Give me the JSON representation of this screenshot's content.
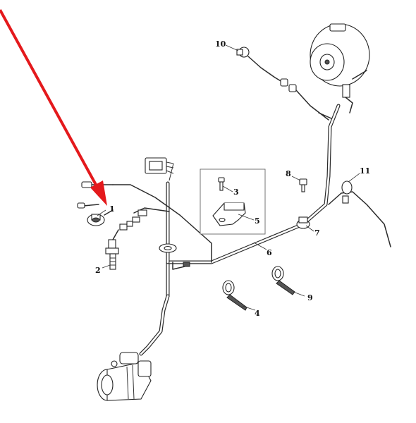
{
  "callouts": [
    {
      "id": "1",
      "text": "1"
    },
    {
      "id": "2",
      "text": "2"
    },
    {
      "id": "3",
      "text": "3"
    },
    {
      "id": "4",
      "text": "4"
    },
    {
      "id": "5",
      "text": "5"
    },
    {
      "id": "6",
      "text": "6"
    },
    {
      "id": "7",
      "text": "7"
    },
    {
      "id": "8",
      "text": "8"
    },
    {
      "id": "9",
      "text": "9"
    },
    {
      "id": "10",
      "text": "10"
    },
    {
      "id": "11",
      "text": "11"
    }
  ],
  "colors": {
    "arrow": "#e4191c",
    "line": "#2a2a2a",
    "background": "#ffffff"
  },
  "arrow_points_to_callout": "1"
}
